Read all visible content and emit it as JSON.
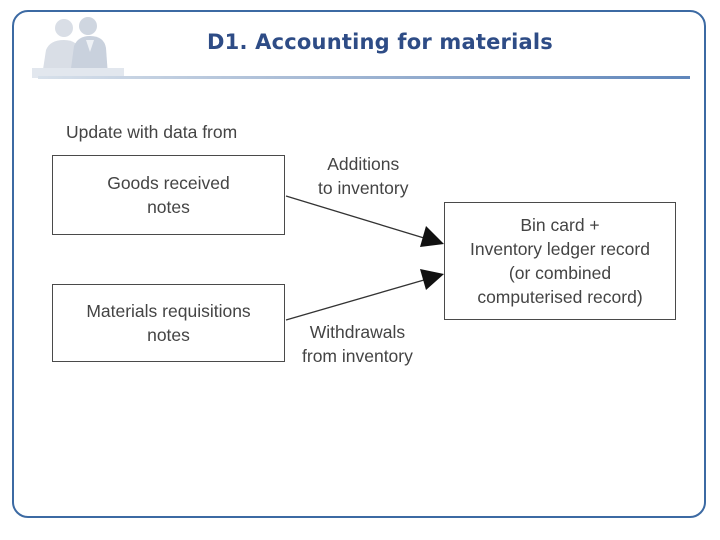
{
  "title": "D1. Accounting for materials",
  "diagram": {
    "heading": "Update with data from",
    "source_boxes": [
      {
        "text": "Goods received\nnotes"
      },
      {
        "text": "Materials requisitions\nnotes"
      }
    ],
    "target_box": {
      "text": "Bin card +\nInventory ledger record\n(or combined\ncomputerised record)"
    },
    "arrow_labels": [
      {
        "text": "Additions\nto inventory"
      },
      {
        "text": "Withdrawals\nfrom inventory"
      }
    ]
  },
  "colors": {
    "title": "#2e4c86",
    "frame": "#3c6aa3",
    "text": "#444444"
  }
}
